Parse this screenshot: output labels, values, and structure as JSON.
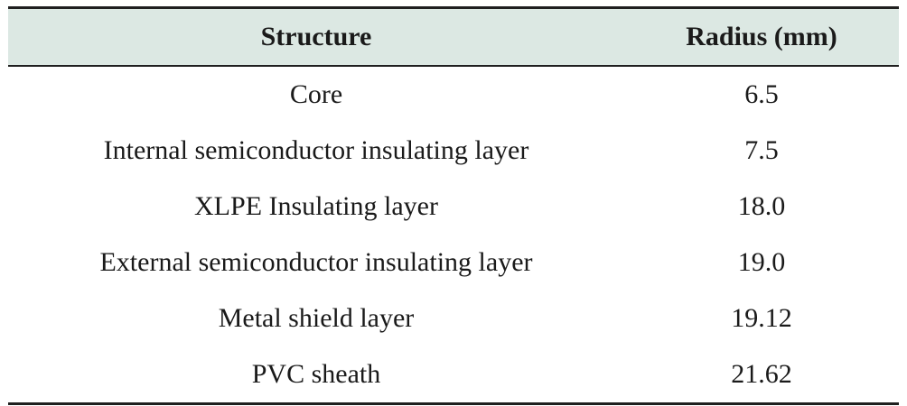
{
  "table": {
    "headers": [
      "Structure",
      "Radius (mm)"
    ],
    "rows": [
      [
        "Core",
        "6.5"
      ],
      [
        "Internal semiconductor insulating layer",
        "7.5"
      ],
      [
        "XLPE Insulating layer",
        "18.0"
      ],
      [
        "External semiconductor insulating layer",
        "19.0"
      ],
      [
        "Metal shield layer",
        "19.12"
      ],
      [
        "PVC sheath",
        "21.62"
      ]
    ]
  },
  "colors": {
    "header_background": "#dce8e3",
    "rule": "#1f1f1f",
    "text": "#1a1a1a"
  }
}
